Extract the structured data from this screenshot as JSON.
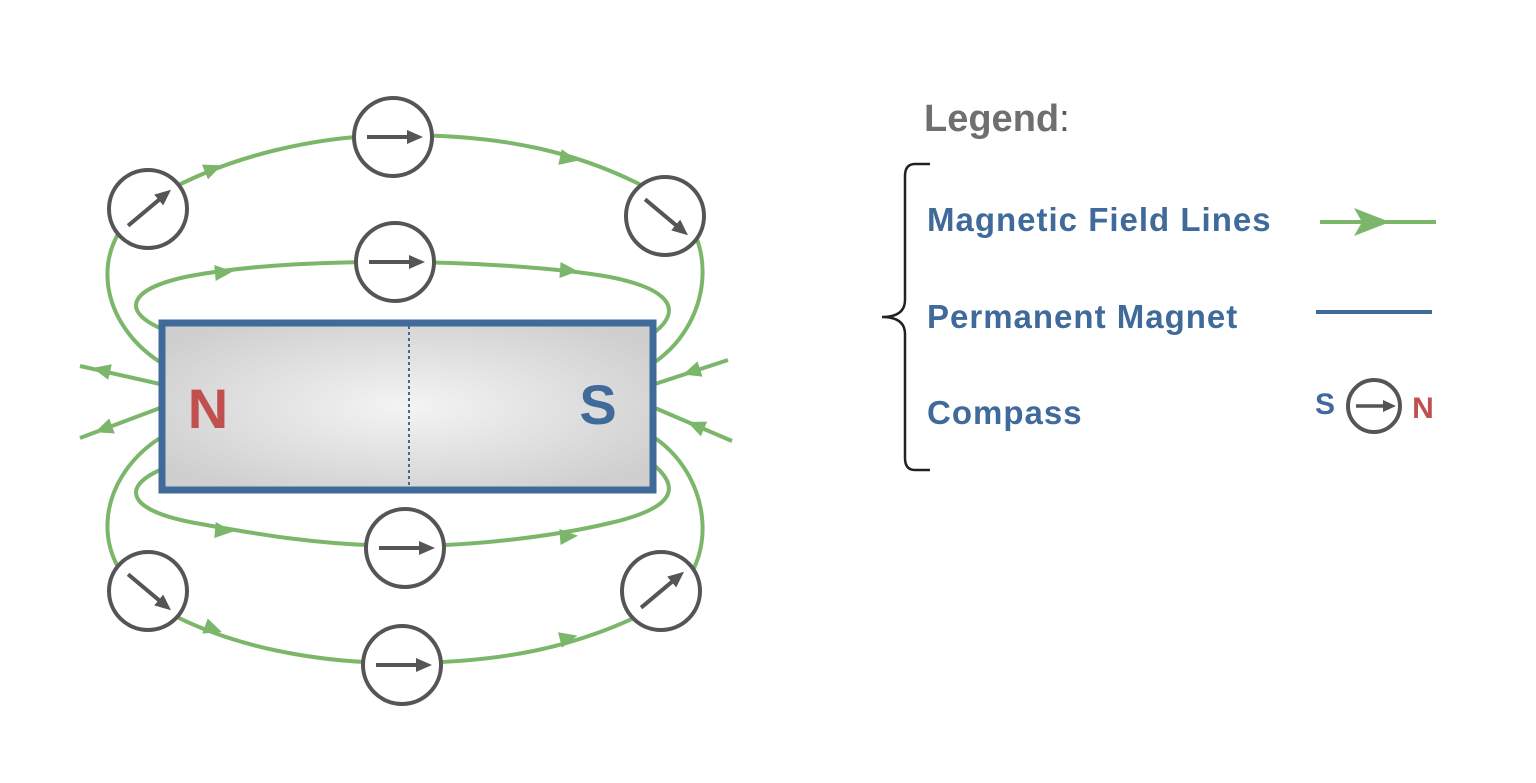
{
  "magnet": {
    "north_label": "N",
    "south_label": "S"
  },
  "legend": {
    "title": "Legend",
    "title_suffix": ":",
    "items": [
      {
        "label": "Magnetic Field Lines",
        "symbol": "green-arrow-line"
      },
      {
        "label": "Permanent Magnet",
        "symbol": "blue-line"
      },
      {
        "label": "Compass",
        "symbol": "compass"
      }
    ],
    "compass_south": "S",
    "compass_north": "N"
  },
  "colors": {
    "field_line": "#7cb66a",
    "magnet_border": "#3f6a9a",
    "north": "#c0504d",
    "south": "#3f6a9a",
    "compass": "#555555",
    "legend_text": "#3f6a9a",
    "legend_title": "#6f6f6f"
  }
}
